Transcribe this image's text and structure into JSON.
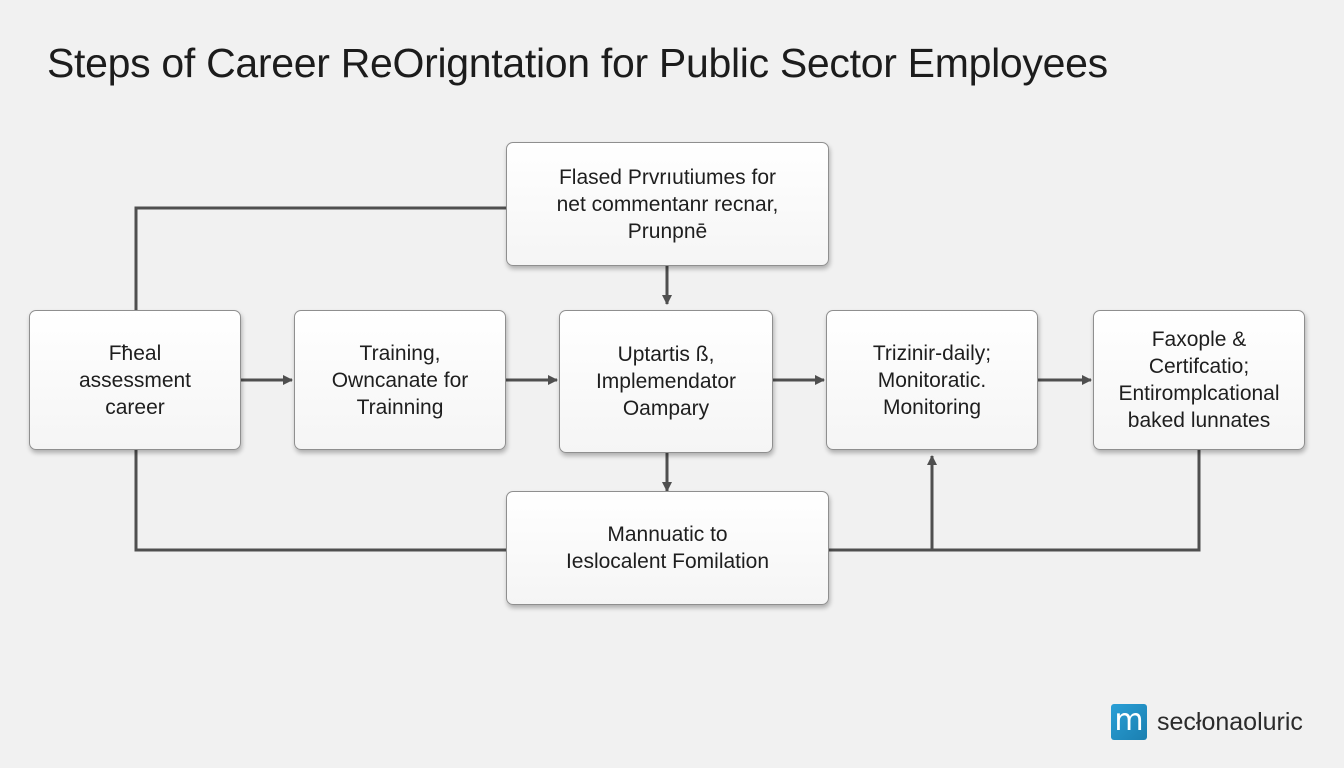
{
  "title": "Steps of Career ReOrigntation for Public Sector Employees",
  "nodes": {
    "top": [
      "Flased Prvrıutiumes for",
      "net commentanr recnar,",
      "Prunpnē"
    ],
    "n1": [
      "Fħeal",
      "assessment",
      "career"
    ],
    "n2": [
      "Training,",
      "Owncanate for",
      "Trainning"
    ],
    "n3": [
      "Uptartis ß,",
      "Implemendator",
      "Oampary"
    ],
    "n4": [
      "Trizinir-daily;",
      "Monitoratic.",
      "Monitoring"
    ],
    "n5": [
      "Faxople &",
      "Certifcatio;",
      "Entiromplcational",
      "baked lunnates"
    ],
    "bottom": [
      "Mannuatic to",
      "Ieslocalent Fomilation"
    ]
  },
  "logo": {
    "mark": "m",
    "text": "secłonaoluric",
    "color": "#2a9fd6"
  },
  "colors": {
    "connector": "#4f4f4f",
    "background": "#f1f1f1"
  }
}
